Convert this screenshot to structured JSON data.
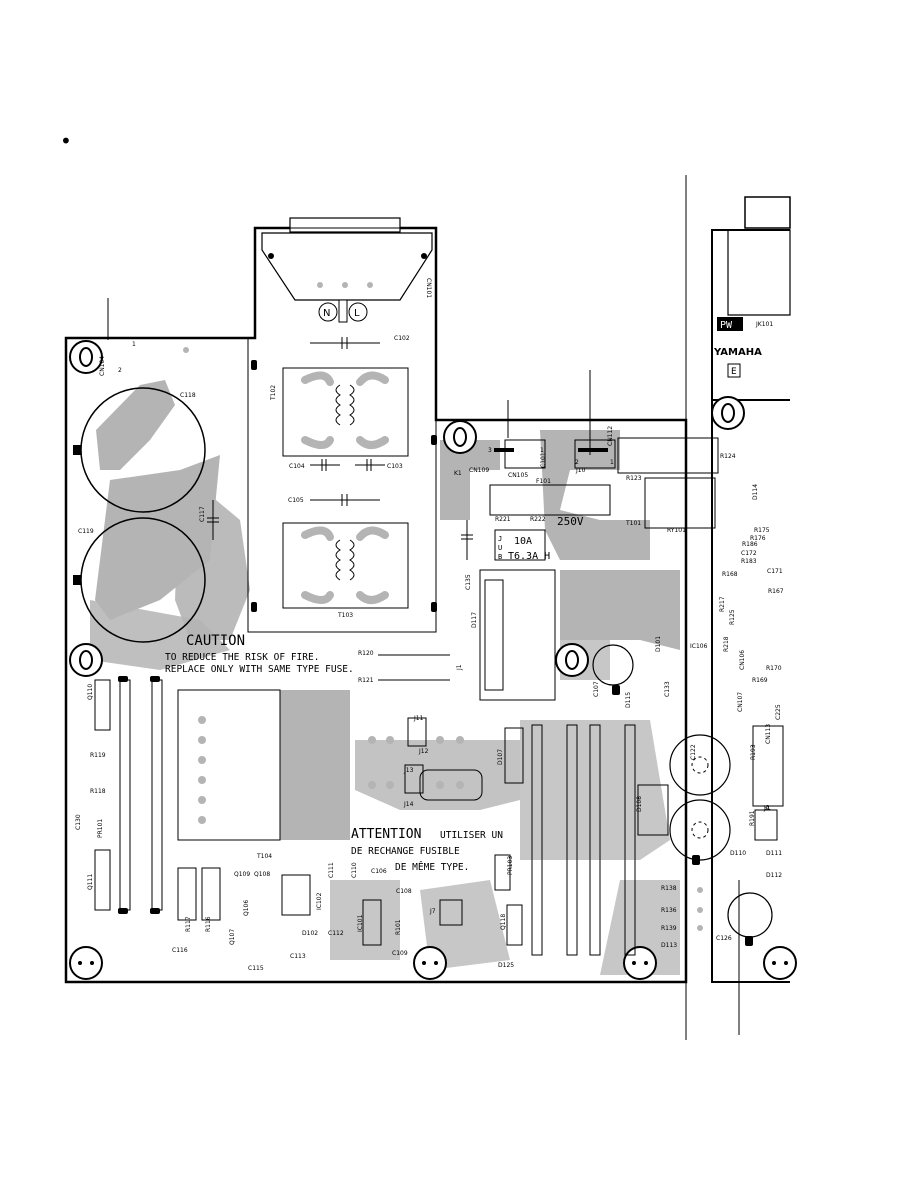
{
  "bullet": "•",
  "connectors": {
    "ac_n": "N",
    "ac_l": "L"
  },
  "brand": {
    "pw": "PW",
    "yamaha": "YAMAHA",
    "e": "E"
  },
  "fuse_info": {
    "v": "250V",
    "amp": "10A",
    "rating": "T6.3A H",
    "jub_letters": [
      "J",
      "U",
      "B"
    ]
  },
  "caution": {
    "title": "CAUTION",
    "line1": "TO REDUCE THE RISK OF FIRE.",
    "line2": "REPLACE ONLY WITH SAME TYPE FUSE."
  },
  "attention": {
    "title": "ATTENTION",
    "line1_rest": "UTILISER UN",
    "line2": "DE RECHANGE FUSIBLE",
    "line3": "DE MÊME TYPE."
  },
  "pins": {
    "cn105_3": "3",
    "cn105_1": "1",
    "cn112_2": "2",
    "cn112_1": "1",
    "cn104_1": "1",
    "cn104_2": "2"
  },
  "labels": {
    "CN101": "CN101",
    "C102": "C102",
    "T102": "T102",
    "C104": "C104",
    "C103": "C103",
    "C105": "C105",
    "T103": "T103",
    "CN104": "CN104",
    "C118": "C118",
    "C119": "C119",
    "C117": "C117",
    "K1": "K1",
    "CN109": "CN109",
    "CN105": "CN105",
    "C101": "C101",
    "CN112": "CN112",
    "J10": "J10",
    "R123": "R123",
    "R124": "R124",
    "F101": "F101",
    "R221": "R221",
    "R222": "R222",
    "T101": "T101",
    "RY101": "RY101",
    "D114": "D114",
    "C135": "C135",
    "D117": "D117",
    "J1": "J1",
    "R120": "R120",
    "R121": "R121",
    "IC106": "IC106",
    "D101": "D101",
    "C107": "C107",
    "D115": "D115",
    "C133": "C133",
    "Q110": "Q110",
    "R119": "R119",
    "R118": "R118",
    "C130": "C130",
    "PR101": "PR101",
    "Q111": "Q111",
    "T104": "T104",
    "J11": "J11",
    "J12": "J12",
    "J13": "J13",
    "J14": "J14",
    "D107": "D107",
    "C122": "C122",
    "D108": "D108",
    "PR103": "PR103",
    "Q118": "Q118",
    "D125": "D125",
    "Q109": "Q109",
    "Q108": "Q108",
    "Q106": "Q106",
    "Q107": "Q107",
    "R117": "R117",
    "R116": "R116",
    "C116": "C116",
    "C115": "C115",
    "C113": "C113",
    "D102": "D102",
    "C112": "C112",
    "IC102": "IC102",
    "C111": "C111",
    "C110": "C110",
    "C106": "C106",
    "C108": "C108",
    "IC101": "IC101",
    "R101": "R101",
    "C109": "C109",
    "J7": "J7",
    "R138": "R138",
    "R136": "R136",
    "R139": "R139",
    "D113": "D113",
    "C126": "C126",
    "D110": "D110",
    "D111": "D111",
    "D112": "D112",
    "R193": "R193",
    "R191": "R191",
    "J4": "J4",
    "J5": "J5",
    "CN113": "CN113",
    "C225": "C225",
    "CN107": "CN107",
    "JK101": "JK101",
    "R175": "R175",
    "R176": "R176",
    "R186": "R186",
    "C172": "C172",
    "R183": "R183",
    "C171": "C171",
    "R168": "R168",
    "R217": "R217",
    "R167": "R167",
    "R125": "R125",
    "R218": "R218",
    "CN106": "CN106",
    "R170": "R170",
    "R169": "R169"
  }
}
